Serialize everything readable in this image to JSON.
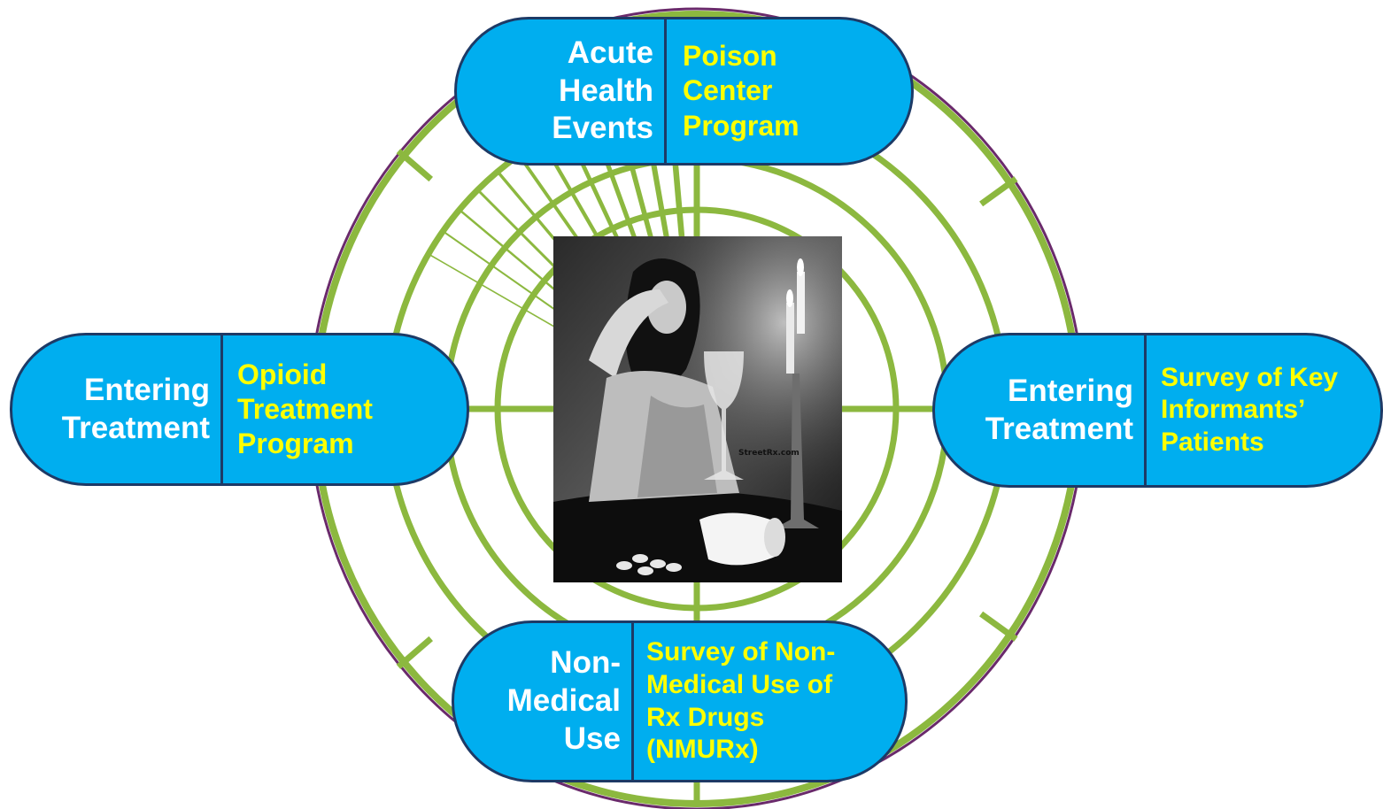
{
  "colors": {
    "ring_green": "#8cb83f",
    "ring_purple": "#6a2a6b",
    "pill_fill": "#00aeef",
    "pill_border": "#1d3a66",
    "left_text": "#ffffff",
    "right_text": "#ffff00"
  },
  "center_image": {
    "icon": "photo-woman-with-pills-and-wine",
    "watermark": "StreetRx.com"
  },
  "pills": {
    "top": {
      "left": "Acute\nHealth\nEvents",
      "right": "Poison\nCenter\nProgram"
    },
    "left": {
      "left": "Entering\nTreatment",
      "right": "Opioid\nTreatment\nProgram"
    },
    "right": {
      "left": "Entering\nTreatment",
      "right": "Survey of Key\nInformants’\nPatients"
    },
    "bottom": {
      "left": "Non-\nMedical\nUse",
      "right": "Survey of Non-\nMedical Use of\nRx Drugs\n(NMURx)"
    }
  }
}
